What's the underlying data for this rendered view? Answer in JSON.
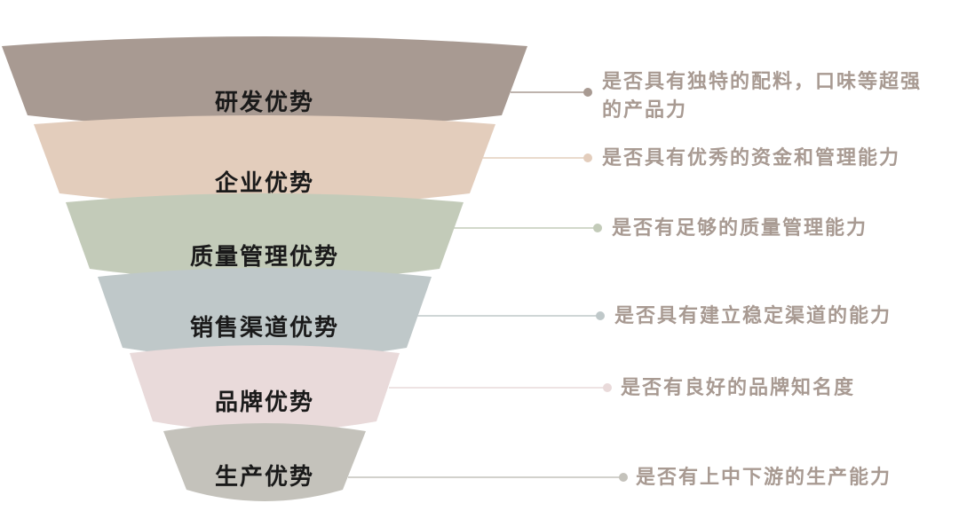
{
  "layers": [
    {
      "label": "研发优势",
      "description": "是否具有独特的配料，口味等超强的产品力",
      "color": "#a89a92",
      "text_color": "#a89a92"
    },
    {
      "label": "企业优势",
      "description": "是否具有优秀的资金和管理能力",
      "color": "#e3cdbc",
      "text_color": "#a89a92"
    },
    {
      "label": "质量管理优势",
      "description": "是否有足够的质量管理能力",
      "color": "#c3cbb9",
      "text_color": "#a89a92"
    },
    {
      "label": "销售渠道优势",
      "description": "是否具有建立稳定渠道的能力",
      "color": "#bfc8c9",
      "text_color": "#a89a92"
    },
    {
      "label": "品牌优势",
      "description": "是否有良好的品牌知名度",
      "color": "#e9dada",
      "text_color": "#a89a92"
    },
    {
      "label": "生产优势",
      "description": "是否有上中下游的生产能力",
      "color": "#c4c2bb",
      "text_color": "#a89a92"
    }
  ]
}
